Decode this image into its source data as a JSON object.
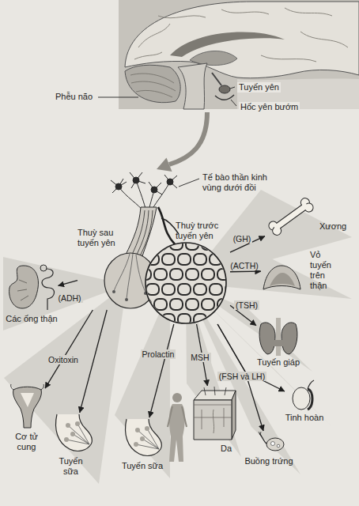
{
  "diagram": {
    "nodes": [
      {
        "text": [
          "Thuỳ sau tuyến yên"
        ]
      },
      {
        "text": [
          "Thuỳ trước tuyến yên"
        ]
      },
      {
        "text": [
          "Xương"
        ]
      },
      {
        "text": [
          "Vỏ tuyến trên thận"
        ]
      },
      {
        "text": [
          "Tuyến giáp"
        ]
      },
      {
        "text": [
          "Tinh hoàn"
        ]
      },
      {
        "text": [
          "Buồng trứng"
        ]
      },
      {
        "text": [
          "Da"
        ]
      },
      {
        "text": [
          "Tuyến sữa"
        ]
      },
      {
        "text": [
          "Cơ tử cung"
        ]
      },
      {
        "text": [
          "Tuyến sữa"
        ]
      },
      {
        "text": [
          "Các ống thận"
        ]
      }
    ],
    "edges": [
      {
        "from": 1,
        "to": 2,
        "label": "(GH)",
        "arrow": "to"
      },
      {
        "from": 1,
        "to": 3,
        "label": "(ACTH)",
        "arrow": "to"
      },
      {
        "from": 1,
        "to": 4,
        "label": "(TSH)",
        "arrow": "to"
      },
      {
        "from": 1,
        "to": 5,
        "label": "(FSH và LH)",
        "arrow": "to"
      },
      {
        "from": 1,
        "to": 6,
        "arrow": "to"
      },
      {
        "from": 1,
        "to": 7,
        "label": "MSH",
        "arrow": "to"
      },
      {
        "from": 1,
        "to": 8,
        "label": "Prolactin",
        "arrow": "to"
      },
      {
        "from": 0,
        "to": 9,
        "label": "Oxitoxin",
        "arrow": "to"
      },
      {
        "from": 0,
        "to": 10,
        "arrow": "to"
      },
      {
        "from": 0,
        "to": 11,
        "label": "(ADH)",
        "arrow": "to"
      }
    ],
    "labels": [
      "Phễu não",
      "Tuyến yên",
      "Hốc yên bướm",
      "Tế bào thần kinh vùng dưới đồi"
    ]
  }
}
